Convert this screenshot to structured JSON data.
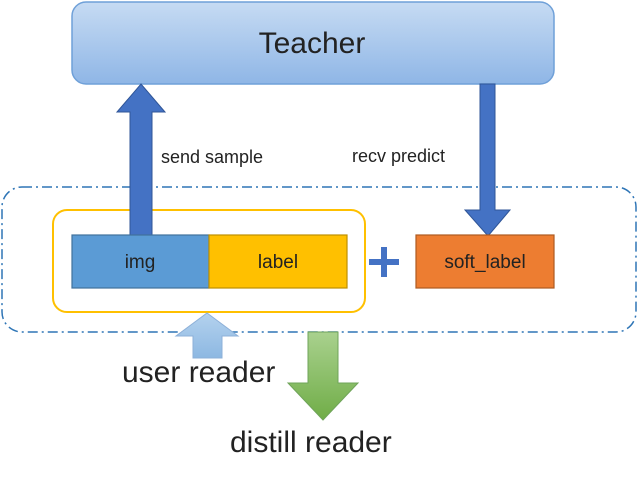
{
  "teacher": {
    "label": "Teacher"
  },
  "arrows": {
    "send_label": "send sample",
    "recv_label": "recv predict"
  },
  "batch": {
    "img_label": "img",
    "label_label": "label",
    "plus": "+",
    "soft_label": "soft_label"
  },
  "readers": {
    "user_reader": "user reader",
    "distill_reader": "distill reader"
  },
  "colors": {
    "teacher_fill_top": "#BBD3F0",
    "teacher_fill_bottom": "#8EB4E3",
    "teacher_stroke": "#5B9BD5",
    "dark_blue_arrow": "#4472C4",
    "img_fill": "#5B9BD5",
    "label_fill": "#FFC000",
    "soft_label_fill": "#ED7D31",
    "group_border": "#FFC000",
    "dashed_border": "#2E75B6",
    "user_arrow_fill": "#9DC3E6",
    "distill_arrow_fill": "#70AD47"
  }
}
